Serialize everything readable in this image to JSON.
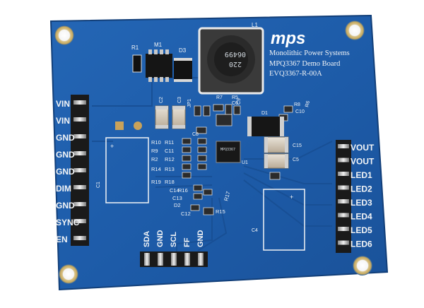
{
  "board": {
    "logo": "mps",
    "company": "Monolithic Power Systems",
    "title": "MPQ3367 Demo Board",
    "part_number": "EVQ3367-R-00A"
  },
  "colors": {
    "pcb": "#1f5fae",
    "pcb_dark": "#174c8f",
    "silkscreen": "#f2f4f6",
    "copper": "#c9a25a"
  },
  "left_header": [
    "VIN",
    "VIN",
    "GND",
    "GND",
    "GND",
    "DIM",
    "GND",
    "SYNC",
    "EN"
  ],
  "right_header": [
    "VOUT",
    "VOUT",
    "LED1",
    "LED2",
    "LED3",
    "LED4",
    "LED5",
    "LED6"
  ],
  "bottom_header": [
    "SDA",
    "GND",
    "SCL",
    "FF",
    "GND"
  ],
  "designators": {
    "r1": "R1",
    "m1": "M1",
    "d3": "D3",
    "l1": "L1",
    "jp1": "JP1",
    "c2": "C2",
    "c3": "C3",
    "r7": "R7",
    "r5": "R5",
    "c6": "C6",
    "c9": "C9",
    "r8": "R8",
    "r6": "R6",
    "c10": "C10",
    "c8": "C8",
    "d1": "D1",
    "r10": "R10",
    "r11": "R11",
    "r9": "R9",
    "c11": "C11",
    "r2": "R2",
    "r12": "R12",
    "r14": "R14",
    "r13": "R13",
    "r19": "R19",
    "r18": "R18",
    "c1": "C1",
    "c14": "C14",
    "r16": "R16",
    "c13": "C13",
    "d2": "D2",
    "r17": "R17",
    "c12": "C12",
    "r15": "R15",
    "u1": "U1",
    "c15": "C15",
    "c5": "C5",
    "c4": "C4"
  },
  "inductor_marking": "220",
  "inductor_marking_2": "06499",
  "ic_marking": "MPQ3367"
}
